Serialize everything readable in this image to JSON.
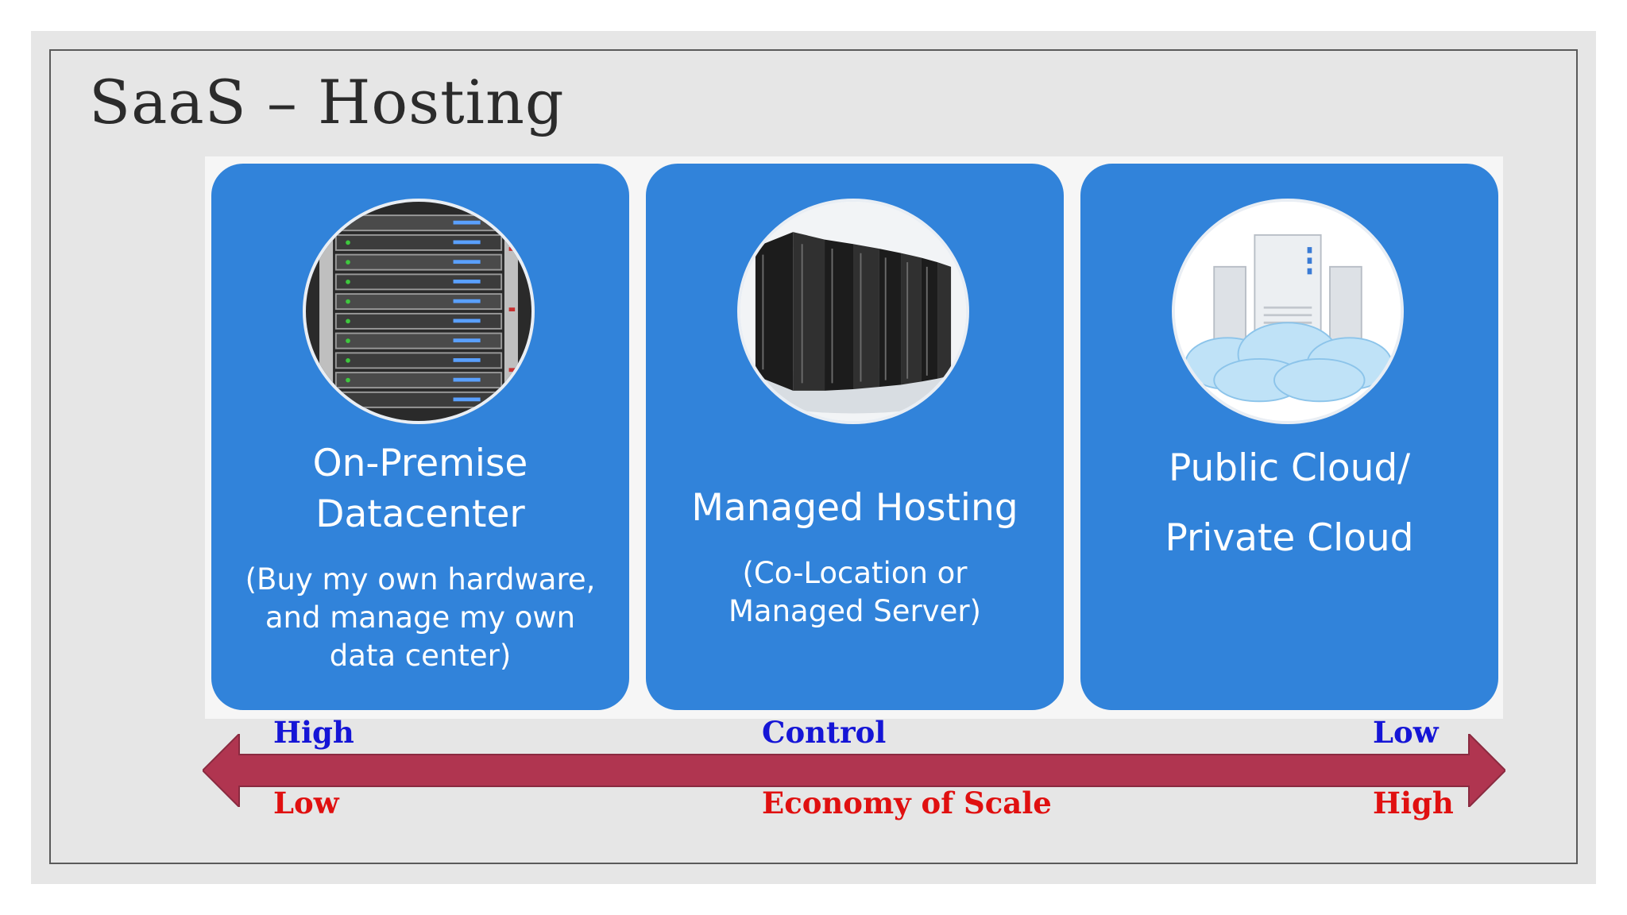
{
  "slide": {
    "title": "SaaS – Hosting"
  },
  "cards": [
    {
      "heading_lines": [
        "On-Premise",
        "Datacenter"
      ],
      "sub_lines": [
        "(Buy my own hardware,",
        "and manage my own",
        "data center)"
      ],
      "image_icon": "server-rack-icon"
    },
    {
      "heading_lines": [
        "Managed Hosting"
      ],
      "sub_lines": [
        "(Co-Location or",
        "Managed Server)"
      ],
      "image_icon": "server-cabinets-icon"
    },
    {
      "heading_lines": [
        "Public Cloud/",
        "Private Cloud"
      ],
      "sub_lines": [],
      "image_icon": "cloud-server-icon"
    }
  ],
  "scale": {
    "control": {
      "left": "High",
      "center": "Control",
      "right": "Low"
    },
    "economy": {
      "left": "Low",
      "center": "Economy of Scale",
      "right": "High"
    }
  },
  "colors": {
    "slide_background": "#e6e6e6",
    "card_blue": "#3183da",
    "arrow": "#b03550",
    "control_text": "#1515d6",
    "economy_text": "#e01010"
  }
}
